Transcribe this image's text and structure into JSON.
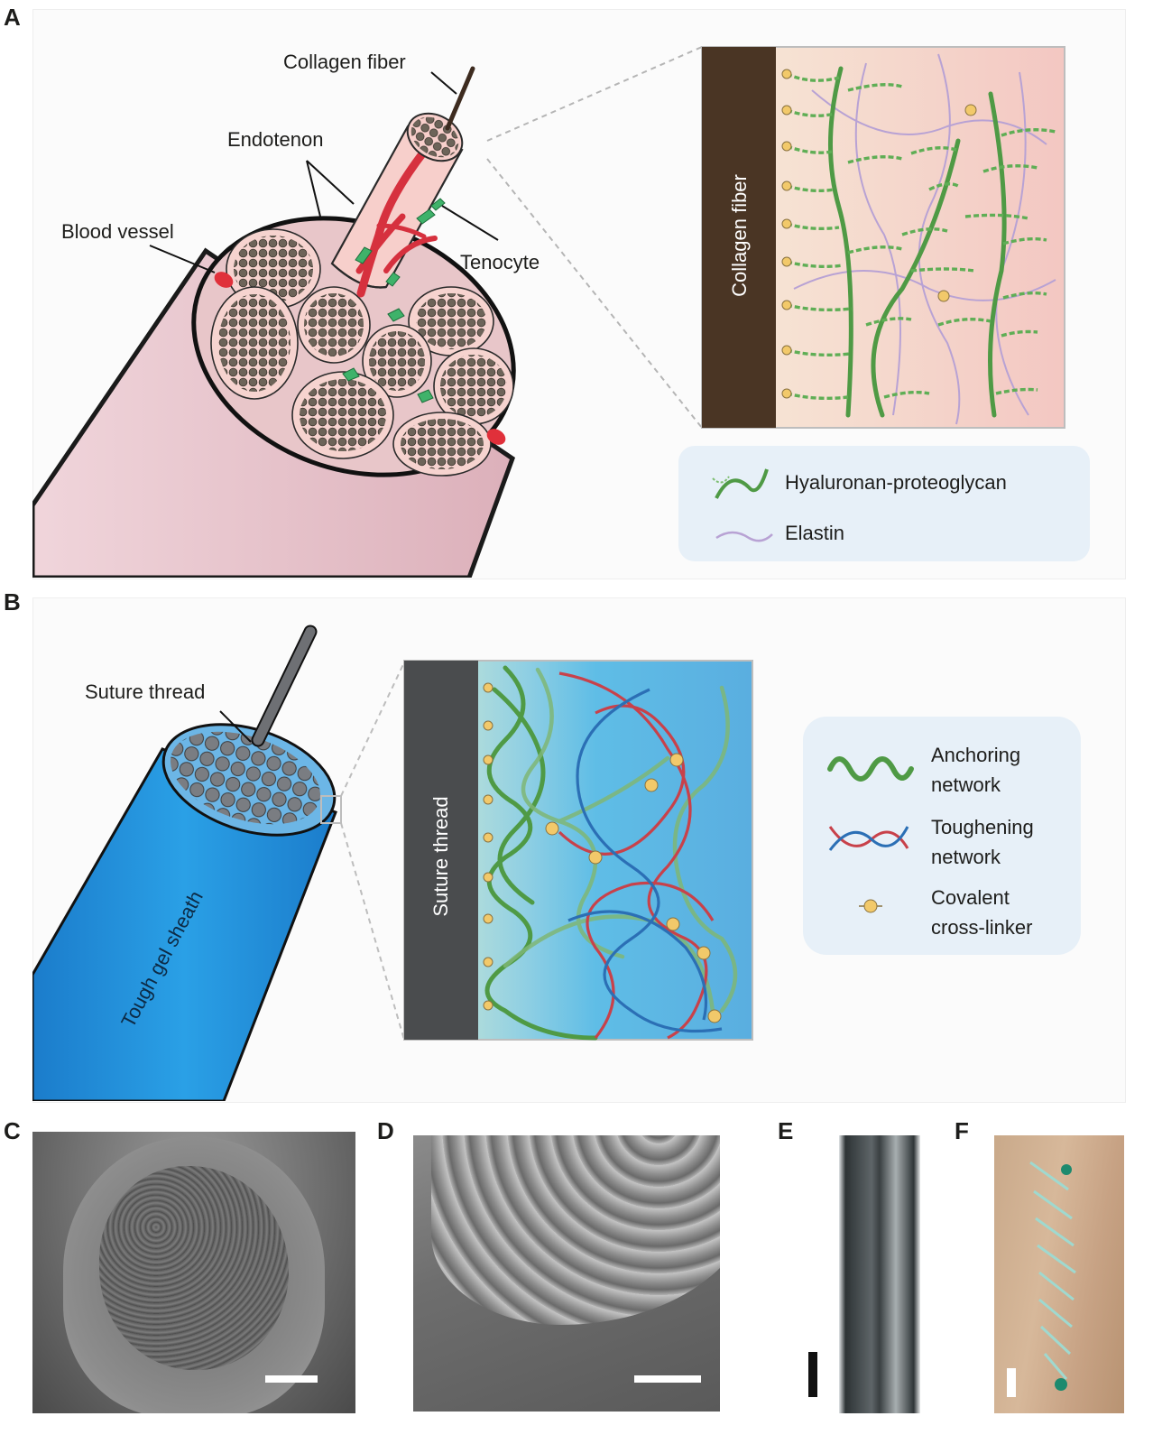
{
  "panels": {
    "A": "A",
    "B": "B",
    "C": "C",
    "D": "D",
    "E": "E",
    "F": "F"
  },
  "panel_a": {
    "label_collagen_fiber": "Collagen fiber",
    "label_endotenon": "Endotenon",
    "label_blood_vessel": "Blood vessel",
    "label_tenocyte": "Tenocyte",
    "inset_fiber_label": "Collagen fiber",
    "legend": {
      "hyaluronan": "Hyaluronan-proteoglycan",
      "elastin": "Elastin"
    },
    "colors": {
      "tendon": "#e9c8cf",
      "fascicle": "#f5d0cd",
      "vessel": "#d6313e",
      "tenocyte": "#3fb26a",
      "collagen_dark": "#4a3524",
      "hyaluronan": "#4f9a45",
      "elastin": "#b8a2d4"
    }
  },
  "panel_b": {
    "label_suture_thread": "Suture thread",
    "label_sheath": "Tough gel sheath",
    "inset_thread_label": "Suture thread",
    "legend": {
      "anchoring_1": "Anchoring",
      "anchoring_2": "network",
      "toughening_1": "Toughening",
      "toughening_2": "network",
      "crosslinker_1": "Covalent",
      "crosslinker_2": "cross-linker"
    },
    "colors": {
      "sheath": "#1f8fd6",
      "thread": "#4a4c4e",
      "anchoring": "#4f9a45",
      "toughening_red": "#c8414a",
      "toughening_blue": "#2b6fb5",
      "crosslinker": "#f2c96a"
    }
  }
}
